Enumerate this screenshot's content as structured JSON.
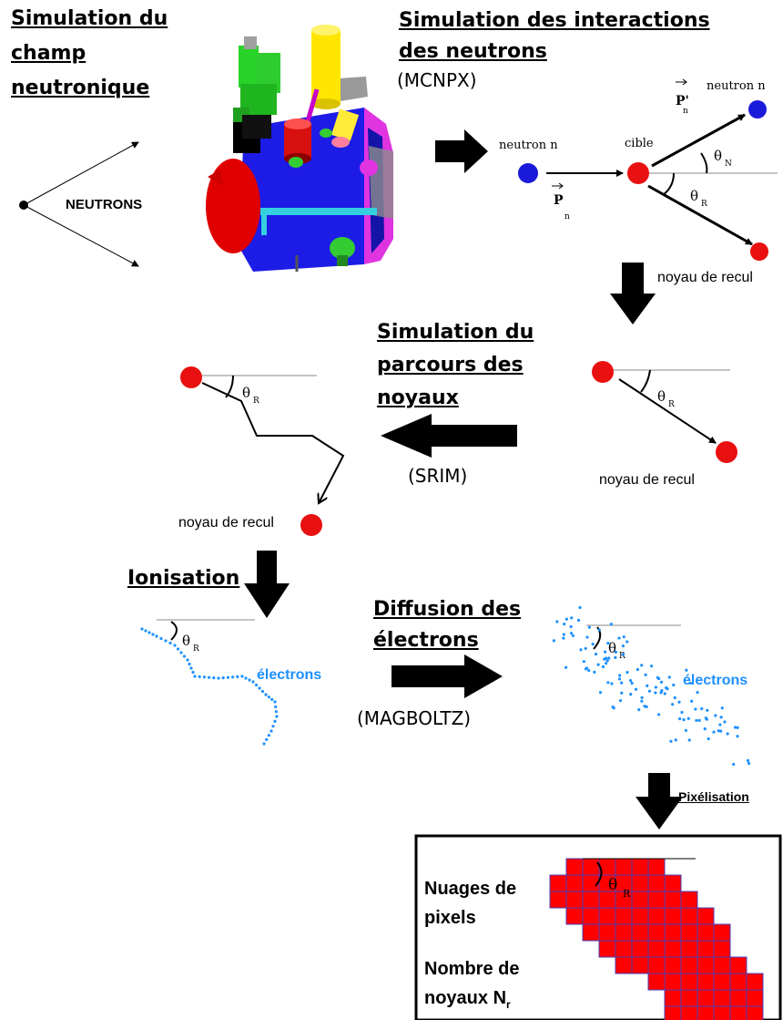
{
  "headings": {
    "field": [
      "Simulation du",
      "champ",
      "neutronique"
    ],
    "interactions": [
      "Simulation des interactions",
      "des neutrons"
    ],
    "interactions_tool": "(MCNPX)",
    "nuclei_path": [
      "Simulation du",
      "parcours des",
      "noyaux"
    ],
    "nuclei_tool": "(SRIM)",
    "ionisation": "Ionisation",
    "diffusion": [
      "Diffusion des",
      "électrons"
    ],
    "diffusion_tool": "(MAGBOLTZ)",
    "pixelisation": "Pixélisation"
  },
  "labels": {
    "neutrons": "NEUTRONS",
    "neutron_n": "neutron n",
    "cible": "cible",
    "recoil": "noyau de recul",
    "electrons": "électrons",
    "p_n": "P",
    "p_n_sub": "n",
    "p_prime": "P'",
    "p_prime_sub": "n",
    "theta": "θ",
    "theta_N_sub": "N",
    "theta_R_sub": "R"
  },
  "result_box": {
    "line1": "Nuages de",
    "line2": "pixels",
    "line3": "Nombre de",
    "line4": "noyaux N",
    "line4_sub": "r"
  },
  "colors": {
    "neutron": "#1a1adb",
    "nucleus": "#e81010",
    "electron": "#1e90ff",
    "pixel": "#ff0000",
    "pixel_grid": "#4b3fb5",
    "detector_body": "#1c1ce6",
    "detector_rim": "#e034e0"
  }
}
